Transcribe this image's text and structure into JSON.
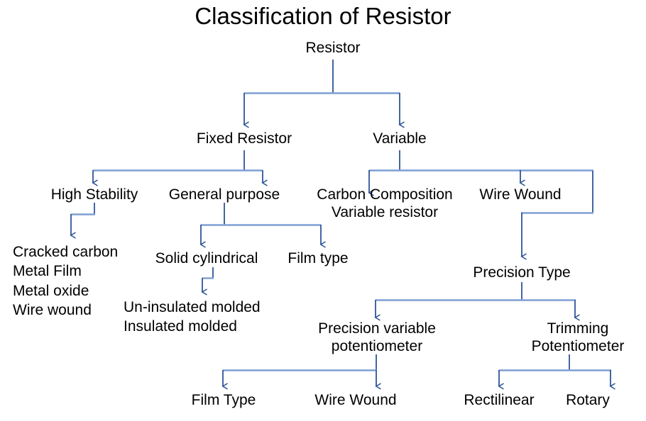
{
  "diagram": {
    "title": "Classification of Resistor",
    "type": "tree",
    "colors": {
      "text": "#000000",
      "edge_stem": "#2f5597",
      "edge_connector": "#7f9fd4",
      "background": "#ffffff"
    },
    "nodes": {
      "root": "Resistor",
      "fixed": "Fixed Resistor",
      "variable": "Variable",
      "high_stability": "High Stability",
      "general_purpose": "General purpose",
      "carbon_composition": "Carbon Composition\nVariable resistor",
      "wire_wound": "Wire Wound",
      "high_stability_leaves": "Cracked carbon\nMetal Film\nMetal oxide\nWire wound",
      "solid_cylindrical": "Solid cylindrical",
      "film_type": "Film type",
      "molded_leaves": "Un-insulated molded\nInsulated molded",
      "precision_type": "Precision Type",
      "precision_variable_potentiometer": "Precision variable\npotentiometer",
      "trimming_potentiometer": "Trimming\nPotentiometer",
      "film_type_bottom": "Film Type",
      "wire_wound_bottom": "Wire Wound",
      "rectilinear": "Rectilinear",
      "rotary": "Rotary"
    },
    "hierarchy": [
      {
        "parent": "Resistor",
        "children": [
          "Fixed Resistor",
          "Variable"
        ]
      },
      {
        "parent": "Fixed Resistor",
        "children": [
          "High Stability",
          "General purpose"
        ]
      },
      {
        "parent": "Variable",
        "children": [
          "Carbon Composition Variable resistor",
          "Wire Wound"
        ]
      },
      {
        "parent": "High Stability",
        "children": [
          "Cracked carbon",
          "Metal Film",
          "Metal oxide",
          "Wire wound"
        ]
      },
      {
        "parent": "General purpose",
        "children": [
          "Solid cylindrical",
          "Film type"
        ]
      },
      {
        "parent": "Solid cylindrical",
        "children": [
          "Un-insulated molded",
          "Insulated molded"
        ]
      },
      {
        "parent": "Wire Wound",
        "children": [
          "Precision Type"
        ]
      },
      {
        "parent": "Precision Type",
        "children": [
          "Precision variable potentiometer",
          "Trimming Potentiometer"
        ]
      },
      {
        "parent": "Precision variable potentiometer",
        "children": [
          "Film Type",
          "Wire Wound"
        ]
      },
      {
        "parent": "Trimming Potentiometer",
        "children": [
          "Rectilinear",
          "Rotary"
        ]
      }
    ]
  }
}
